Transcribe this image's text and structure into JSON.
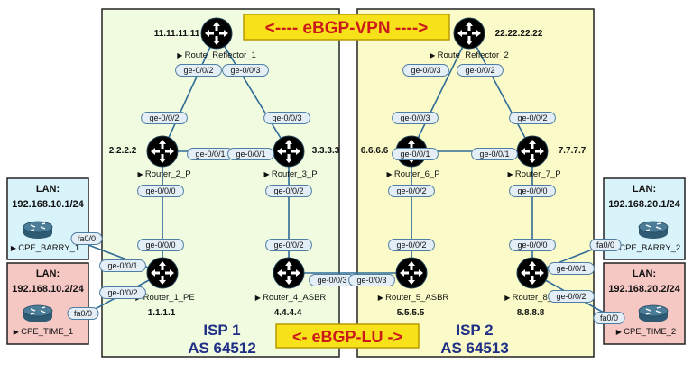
{
  "colors": {
    "isp1_fill": "#f1fbe0",
    "isp2_fill": "#fbfbc9",
    "cpe1_fill": "#d9f3fb",
    "cpe2_fill": "#f6c8c4",
    "router_fill": "#3a6a85",
    "link": "#2f6c97",
    "banner_fill": "#f7e21a",
    "banner_text": "#cc1a1a",
    "isp_text": "#1f2f86",
    "port_fill": "#e3eef7",
    "port_stroke": "#4f7ea3"
  },
  "banners": {
    "vpn": "<---- eBGP-VPN ---->",
    "lu": "<- eBGP-LU ->"
  },
  "isps": [
    {
      "name": "ISP 1",
      "as": "AS 64512"
    },
    {
      "name": "ISP 2",
      "as": "AS 64513"
    }
  ],
  "nodes": [
    {
      "id": "rr1",
      "label": "Route_Reflector_1",
      "ip": "11.11.11.11"
    },
    {
      "id": "rr2",
      "label": "Route_Reflector_2",
      "ip": "22.22.22.22"
    },
    {
      "id": "r2",
      "label": "Router_2_P",
      "ip": "2.2.2.2"
    },
    {
      "id": "r3",
      "label": "Router_3_P",
      "ip": "3.3.3.3"
    },
    {
      "id": "r6",
      "label": "Router_6_P",
      "ip": "6.6.6.6"
    },
    {
      "id": "r7",
      "label": "Router_7_P",
      "ip": "7.7.7.7"
    },
    {
      "id": "r1",
      "label": "Router_1_PE",
      "ip": "1.1.1.1"
    },
    {
      "id": "r4",
      "label": "Router_4_ASBR",
      "ip": "4.4.4.4"
    },
    {
      "id": "r5",
      "label": "Router_5_ASBR",
      "ip": "5.5.5.5"
    },
    {
      "id": "r8",
      "label": "Router_8_PE",
      "ip": "8.8.8.8"
    },
    {
      "id": "cpe_barry_1",
      "label": "CPE_BARRY_1",
      "lan_title": "LAN:",
      "lan": "192.168.10.1/24"
    },
    {
      "id": "cpe_time_1",
      "label": "CPE_TIME_1",
      "lan_title": "LAN:",
      "lan": "192.168.10.2/24"
    },
    {
      "id": "cpe_barry_2",
      "label": "CPE_BARRY_2",
      "lan_title": "LAN:",
      "lan": "192.168.20.1/24"
    },
    {
      "id": "cpe_time_2",
      "label": "CPE_TIME_2",
      "lan_title": "LAN:",
      "lan": "192.168.20.2/24"
    }
  ],
  "links": [
    {
      "a": "rr1",
      "b": "r2",
      "a_port": "ge-0/0/2",
      "b_port": "ge-0/0/2"
    },
    {
      "a": "rr1",
      "b": "r3",
      "a_port": "ge-0/0/3",
      "b_port": "ge-0/0/3"
    },
    {
      "a": "r2",
      "b": "r3",
      "a_port": "ge-0/0/1",
      "b_port": "ge-0/0/1"
    },
    {
      "a": "r2",
      "b": "r1",
      "a_port": "ge-0/0/0",
      "b_port": "ge-0/0/0"
    },
    {
      "a": "r3",
      "b": "r4",
      "a_port": "ge-0/0/2",
      "b_port": "ge-0/0/2"
    },
    {
      "a": "r4",
      "b": "r5",
      "a_port": "ge-0/0/3",
      "b_port": "ge-0/0/3"
    },
    {
      "a": "rr2",
      "b": "r6",
      "a_port": "ge-0/0/3",
      "b_port": "ge-0/0/3"
    },
    {
      "a": "rr2",
      "b": "r7",
      "a_port": "ge-0/0/2",
      "b_port": "ge-0/0/2"
    },
    {
      "a": "r6",
      "b": "r7",
      "a_port": "ge-0/0/1",
      "b_port": "ge-0/0/1"
    },
    {
      "a": "r6",
      "b": "r5",
      "a_port": "ge-0/0/2",
      "b_port": "ge-0/0/2"
    },
    {
      "a": "r7",
      "b": "r8",
      "a_port": "ge-0/0/0",
      "b_port": "ge-0/0/0"
    },
    {
      "a": "cpe_barry_1",
      "b": "r1",
      "a_port": "fa0/0",
      "b_port": "ge-0/0/1"
    },
    {
      "a": "cpe_time_1",
      "b": "r1",
      "a_port": "fa0/0",
      "b_port": "ge-0/0/2"
    },
    {
      "a": "cpe_barry_2",
      "b": "r8",
      "a_port": "fa0/0",
      "b_port": "ge-0/0/1"
    },
    {
      "a": "cpe_time_2",
      "b": "r8",
      "a_port": "fa0/0",
      "b_port": "ge-0/0/2"
    }
  ]
}
